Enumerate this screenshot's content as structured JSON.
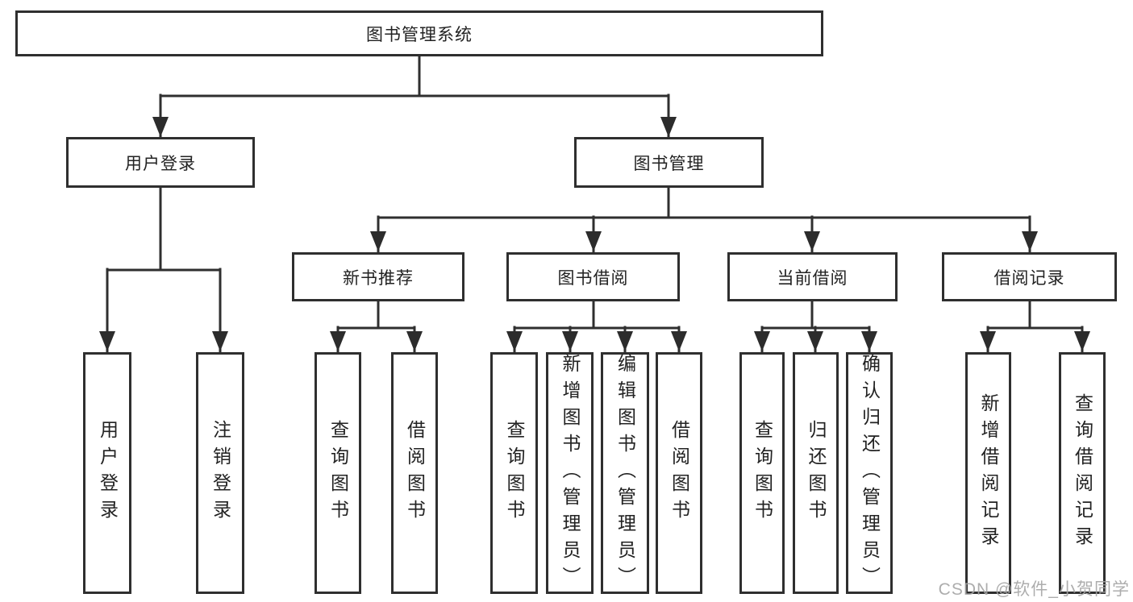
{
  "nodes": {
    "root": "图书管理系统",
    "user_login": "用户登录",
    "book_management": "图书管理",
    "new_book_recommend": "新书推荐",
    "book_borrow": "图书借阅",
    "current_borrow": "当前借阅",
    "borrow_record": "借阅记录",
    "ul_user_login": "用户登录",
    "ul_logout": "注销登录",
    "nb_query_book": "查询图书",
    "nb_borrow_book": "借阅图书",
    "bb_query_book": "查询图书",
    "bb_add_book": "新增图书（管理员）",
    "bb_edit_book": "编辑图书（管理员）",
    "bb_borrow_book": "借阅图书",
    "cb_query_book": "查询图书",
    "cb_return_book": "归还图书",
    "cb_confirm_return": "确认归还（管理员）",
    "br_add_record": "新增借阅记录",
    "br_query_record": "查询借阅记录"
  },
  "colors": {
    "line": "#2f2f2f",
    "text": "#222222",
    "watermark": "#a4a4a4",
    "background": "#ffffff"
  },
  "watermark": "CSDN @软件_小贺同学"
}
